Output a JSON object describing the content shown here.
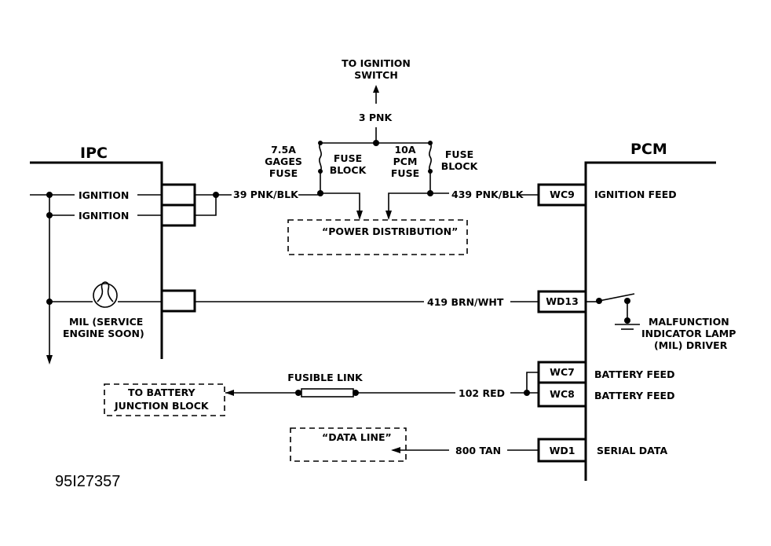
{
  "figure_id": "95I27357",
  "modules": {
    "ipc": "IPC",
    "pcm": "PCM"
  },
  "top": {
    "destination_line1": "TO IGNITION",
    "destination_line2": "SWITCH",
    "wire": "3 PNK"
  },
  "fuses": {
    "gages": {
      "line1": "7.5A",
      "line2": "GAGES",
      "line3": "FUSE",
      "block1": "FUSE",
      "block2": "BLOCK"
    },
    "pcm": {
      "line1": "10A",
      "line2": "PCM",
      "line3": "FUSE",
      "block1": "FUSE",
      "block2": "BLOCK"
    }
  },
  "power_distribution": "“POWER DISTRIBUTION”",
  "ipc_circuits": {
    "ignition1": "IGNITION",
    "ignition2": "IGNITION",
    "mil_line1": "MIL (SERVICE",
    "mil_line2": "ENGINE SOON)"
  },
  "wires": {
    "w39": "39 PNK/BLK",
    "w439": "439 PNK/BLK",
    "w419": "419 BRN/WHT",
    "w102": "102 RED",
    "w800": "800 TAN"
  },
  "pcm_pins": [
    {
      "pin": "WC9",
      "function": "IGNITION FEED"
    },
    {
      "pin": "WD13",
      "function": ""
    },
    {
      "pin": "WC7",
      "function": "BATTERY FEED"
    },
    {
      "pin": "WC8",
      "function": "BATTERY FEED"
    },
    {
      "pin": "WD1",
      "function": "SERIAL DATA"
    }
  ],
  "mil_driver": {
    "line1": "MALFUNCTION",
    "line2": "INDICATOR LAMP",
    "line3": "(MIL) DRIVER"
  },
  "fusible_link": "FUSIBLE LINK",
  "battery_junction": {
    "line1": "TO BATTERY",
    "line2": "JUNCTION BLOCK"
  },
  "data_line": "“DATA LINE”"
}
